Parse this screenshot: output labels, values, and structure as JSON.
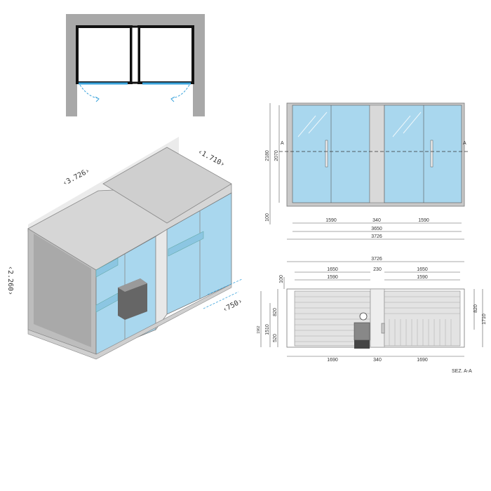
{
  "colors": {
    "glass": "#a9d7ee",
    "glass_dark": "#8cc6e2",
    "frame_gray": "#c9c9c9",
    "wall_gray": "#a8a8a8",
    "door_swing": "#3aa3dc",
    "plan_black": "#111111"
  },
  "iso_view": {
    "length": "3.726",
    "depth": "1.710",
    "height": "2.260",
    "door_clearance": "750"
  },
  "front_view": {
    "section_mark": "A",
    "height_total": "2180",
    "height_glass": "2070",
    "plinth": "100",
    "width_left": "1590",
    "width_mid": "340",
    "width_right": "1590",
    "width_inner": "3650",
    "width_outer": "3726"
  },
  "section_view": {
    "width_outer": "3726",
    "width_left_a": "1650",
    "width_mid_a": "230",
    "width_right_a": "1650",
    "width_left_b": "1590",
    "width_right_b": "1590",
    "width_left_c": "1690",
    "width_mid_c": "340",
    "width_right_c": "1690",
    "top_gap": "100",
    "left_h_total": "1962",
    "left_h_1510": "1510",
    "left_h_820": "820",
    "left_h_520": "520",
    "right_h_820": "820",
    "right_h_1710": "1710",
    "label": "SEZ. A-A"
  }
}
